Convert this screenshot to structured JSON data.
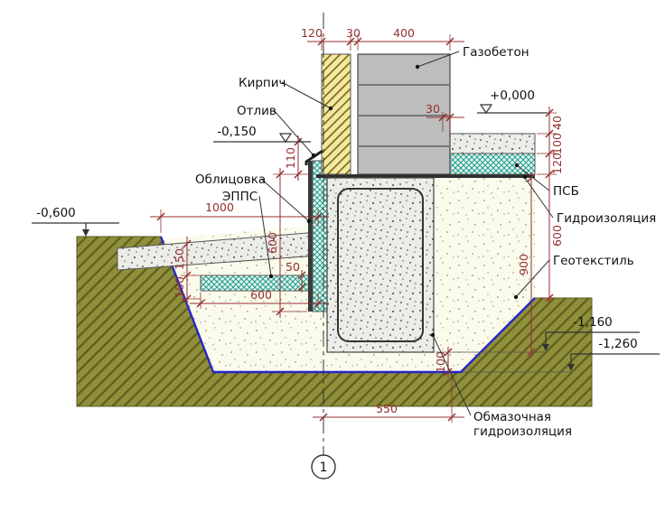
{
  "drawing": {
    "type": "foundation-cross-section-detail",
    "axis_marker": "1"
  },
  "labels": {
    "gazobeton": "Газобетон",
    "kirpich": "Кирпич",
    "otliv": "Отлив",
    "oblicovka": "Облицовка",
    "epps": "ЭППС",
    "psb": "ПСБ",
    "gidroizolyaciya": "Гидроизоляция",
    "geotekstil": "Геотекстиль",
    "obmazochnaya_line1": "Обмазочная",
    "obmazochnaya_line2": "гидроизоляция"
  },
  "levels": {
    "zero": "+0,000",
    "m0150": "-0,150",
    "m0600": "-0,600",
    "m1160": "-1,160",
    "m1260": "-1,260"
  },
  "dims": {
    "brick_width": "120",
    "air_gap": "30",
    "wall_width": "400",
    "floor_gap": "30",
    "floor_finish": "40",
    "floor_screed": "100",
    "floor_insulation": "120",
    "backfill_right": "600",
    "foundation_height": "900",
    "bedding": "100",
    "plinth_height": "110",
    "insulation_depth": "600",
    "apron_width": "1000",
    "apron_base_top": "150",
    "apron_base_bottom": "100",
    "apron_ins_thickness": "50",
    "apron_ins_width": "600",
    "foundation_width": "550"
  },
  "colors": {
    "dimension": "#942F2F",
    "waterproofing_line": "#2626C9",
    "insulation_hatch": "#1F9C8C",
    "soil": "#8F8F3C",
    "wall_gray": "#BDBDBD"
  }
}
